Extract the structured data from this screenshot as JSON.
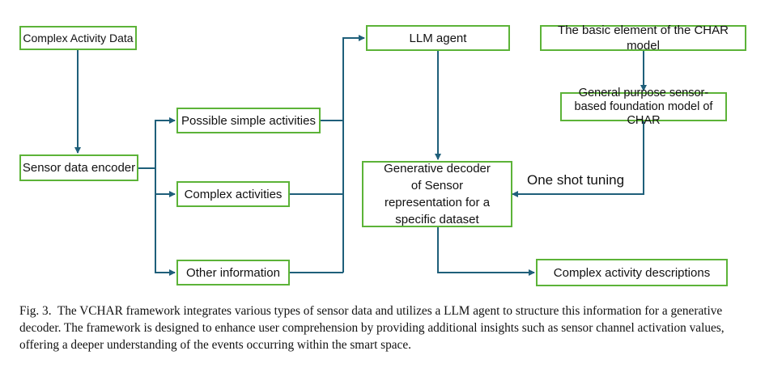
{
  "diagram": {
    "nodes": {
      "complex_activity_data": "Complex  Activity  Data",
      "sensor_data_encoder": "Sensor data encoder",
      "possible_simple_activities": "Possible simple activities",
      "complex_activities": "Complex activities",
      "other_information": "Other information",
      "llm_agent": "LLM agent",
      "generative_decoder": "Generative decoder of Sensor representation for a specific dataset",
      "basic_element": "The basic element of the CHAR model",
      "general_purpose_model": "General purpose sensor-based foundation model of CHAR",
      "complex_activity_descriptions": "Complex activity descriptions"
    },
    "edge_labels": {
      "one_shot_tuning": "One shot tuning"
    },
    "colors": {
      "box_border": "#5cb338",
      "arrow": "#1f5f7a"
    }
  },
  "caption": {
    "figure_label": "Fig. 3.",
    "text": "The VCHAR framework integrates various types of sensor data and utilizes a LLM agent to structure this information for a generative decoder. The framework is designed to enhance user comprehension by providing additional insights such as sensor channel activation values, offering a deeper understanding of the events occurring within the smart space."
  }
}
